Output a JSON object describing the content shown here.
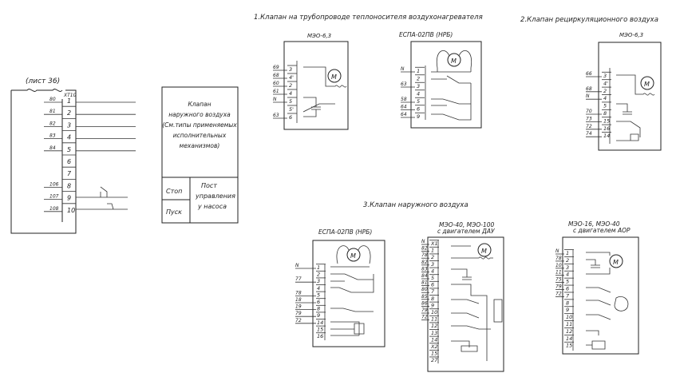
{
  "left_terminal": {
    "sheet_ref": "(лист 36)",
    "strip_label": "XT10",
    "rows": [
      {
        "wire": "80",
        "num": "1"
      },
      {
        "wire": "81",
        "num": "2"
      },
      {
        "wire": "82",
        "num": "3"
      },
      {
        "wire": "83",
        "num": "4"
      },
      {
        "wire": "84",
        "num": "5"
      },
      {
        "wire": "",
        "num": "6"
      },
      {
        "wire": "",
        "num": "7"
      },
      {
        "wire": "106",
        "num": "8"
      },
      {
        "wire": "107",
        "num": "9"
      },
      {
        "wire": "108",
        "num": "10"
      }
    ]
  },
  "note_box": {
    "lines": [
      "Клапан",
      "наружного воздуха",
      "(См.типы применяемых",
      "исполнительных",
      "механизмов)"
    ],
    "table": [
      {
        "left": "Стоп",
        "right": ""
      },
      {
        "left": "Пуск",
        "right": ""
      }
    ],
    "right_cell": [
      "Пост",
      "управления",
      "у насоса"
    ]
  },
  "headings": {
    "h1": "1.Клапан на трубопроводе теплоносителя воздухонагревателя",
    "h2": "2.Клапан рециркуляционного воздуха",
    "h3": "3.Клапан наружного воздуха"
  },
  "devices": {
    "d1": {
      "title": "МЭО-6,3",
      "motor": "М",
      "wires": [
        "69",
        "68",
        "60",
        "61",
        "N",
        "",
        "63",
        ""
      ],
      "terms": [
        "3",
        "4'",
        "2",
        "4",
        "5",
        "5'",
        "6"
      ]
    },
    "d2": {
      "title": "ЕСПА-02ПВ (НРБ)",
      "motor": "М",
      "wires": [
        "N",
        "",
        "63",
        "",
        "58",
        "64",
        "64"
      ],
      "terms": [
        "1",
        "2",
        "3",
        "4",
        "5",
        "6",
        "9"
      ]
    },
    "d3": {
      "title": "МЭО-6,3",
      "motor": "М",
      "wires": [
        "66",
        "",
        "68",
        "N",
        "",
        "70",
        "73",
        "72",
        "74"
      ],
      "terms": [
        "3",
        "4'",
        "2",
        "4",
        "5",
        "8",
        "15",
        "16",
        "14"
      ]
    },
    "d4": {
      "title": "ЕСПА-02ПВ (НРБ)",
      "motor": "М",
      "wires": [
        "N",
        "",
        "77",
        "",
        "78",
        "18",
        "19",
        "79",
        "72"
      ],
      "terms": [
        "1",
        "2",
        "3",
        "4",
        "5",
        "6",
        "8",
        "9",
        "14",
        "15",
        "16"
      ]
    },
    "d5": {
      "title": "МЭО-40, МЭО-100",
      "subtitle": "с двигателем ДАУ",
      "motor": "М",
      "wires": [
        "N",
        "82",
        "78",
        "82",
        "83",
        "84",
        "81",
        "80",
        "85",
        "86",
        "79",
        "72"
      ],
      "terms": [
        "X1",
        "1",
        "2",
        "3",
        "4",
        "5",
        "6",
        "7",
        "8",
        "9",
        "10",
        "11",
        "12",
        "13",
        "14",
        "X2",
        "15",
        "27"
      ]
    },
    "d6": {
      "title": "МЭО-16, МЭО-40",
      "subtitle": "с двигателем АОР",
      "motor": "М",
      "wires": [
        "N",
        "78",
        "10",
        "11",
        "75",
        "79",
        "72"
      ],
      "terms": [
        "1",
        "2",
        "3",
        "4",
        "5",
        "6",
        "7",
        "8",
        "9",
        "10",
        "11",
        "12",
        "14",
        "15"
      ]
    }
  }
}
